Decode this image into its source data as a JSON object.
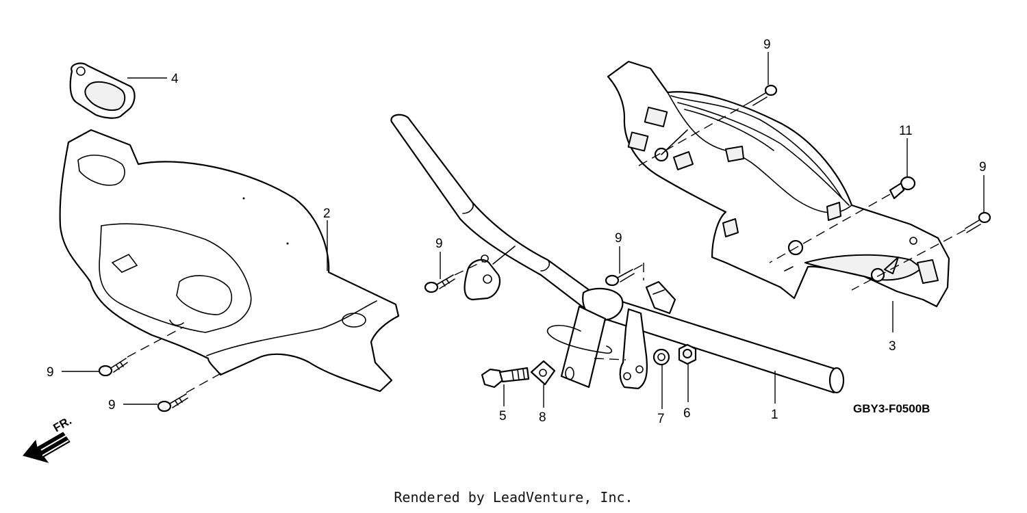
{
  "diagram": {
    "diagram_code": "GBY3-F0500B",
    "front_indicator": "FR.",
    "credit": "Rendered by LeadVenture, Inc.",
    "callouts": [
      {
        "id": "c1",
        "label": "1"
      },
      {
        "id": "c2",
        "label": "2"
      },
      {
        "id": "c3",
        "label": "3"
      },
      {
        "id": "c4",
        "label": "4"
      },
      {
        "id": "c5",
        "label": "5"
      },
      {
        "id": "c6",
        "label": "6"
      },
      {
        "id": "c7",
        "label": "7"
      },
      {
        "id": "c8",
        "label": "8"
      },
      {
        "id": "c9a",
        "label": "9"
      },
      {
        "id": "c9b",
        "label": "9"
      },
      {
        "id": "c9c",
        "label": "9"
      },
      {
        "id": "c9d",
        "label": "9"
      },
      {
        "id": "c9e",
        "label": "9"
      },
      {
        "id": "c9f",
        "label": "9"
      },
      {
        "id": "c11",
        "label": "11"
      }
    ]
  }
}
